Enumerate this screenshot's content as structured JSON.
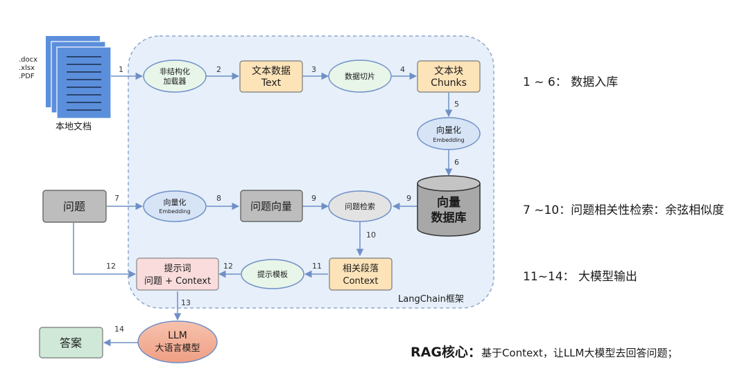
{
  "doc_types": [
    ".docx",
    ".xlsx",
    ".PDF"
  ],
  "local_docs_label": "本地文档",
  "framework_label": "LangChain框架",
  "nodes": {
    "loader": [
      "非结构化",
      "加载器"
    ],
    "text": [
      "文本数据",
      "Text"
    ],
    "splitter": [
      "数据切片"
    ],
    "chunks": [
      "文本块",
      "Chunks"
    ],
    "embed_doc": [
      "向量化",
      "Embedding"
    ],
    "vectordb": [
      "向量",
      "数据库"
    ],
    "question": [
      "问题"
    ],
    "embed_q": [
      "向量化",
      "Embedding"
    ],
    "q_vector": [
      "问题向量"
    ],
    "retrieve": [
      "问题检索"
    ],
    "context": [
      "相关段落",
      "Context"
    ],
    "template": [
      "提示模板"
    ],
    "prompt": [
      "提示词",
      "问题 + Context"
    ],
    "llm": [
      "LLM",
      "大语言模型"
    ],
    "answer": [
      "答案"
    ]
  },
  "steps": {
    "s1": "1",
    "s2": "2",
    "s3": "3",
    "s4": "4",
    "s5": "5",
    "s6": "6",
    "s7": "7",
    "s8": "8",
    "s9a": "9",
    "s9b": "9",
    "s10": "10",
    "s11": "11",
    "s12a": "12",
    "s12b": "12",
    "s13": "13",
    "s14": "14"
  },
  "side_notes": {
    "ingest": "1 ~ 6： 数据入库",
    "retrieval": "7 ~10：问题相关性检索：余弦相似度",
    "generation": "11~14： 大模型输出"
  },
  "rag_core": {
    "title": "RAG核心：",
    "text": "基于Context，让LLM大模型去回答问题；"
  },
  "colors": {
    "arrow": "#6f8fc6",
    "framework_bg": "#e6effa",
    "framework_border": "#8da7cc",
    "ellipse_green": "#e8f5e9",
    "ellipse_grey": "#e3e3e3",
    "ellipse_blue": "#d6e4f6",
    "box_orange": "#fde3b8",
    "box_grey": "#bdbdbd",
    "box_pink": "#fadcdc",
    "box_green": "#cfe8d8",
    "llm_fill": "#f5b7a0",
    "doc_blue": "#5b8fdc"
  }
}
